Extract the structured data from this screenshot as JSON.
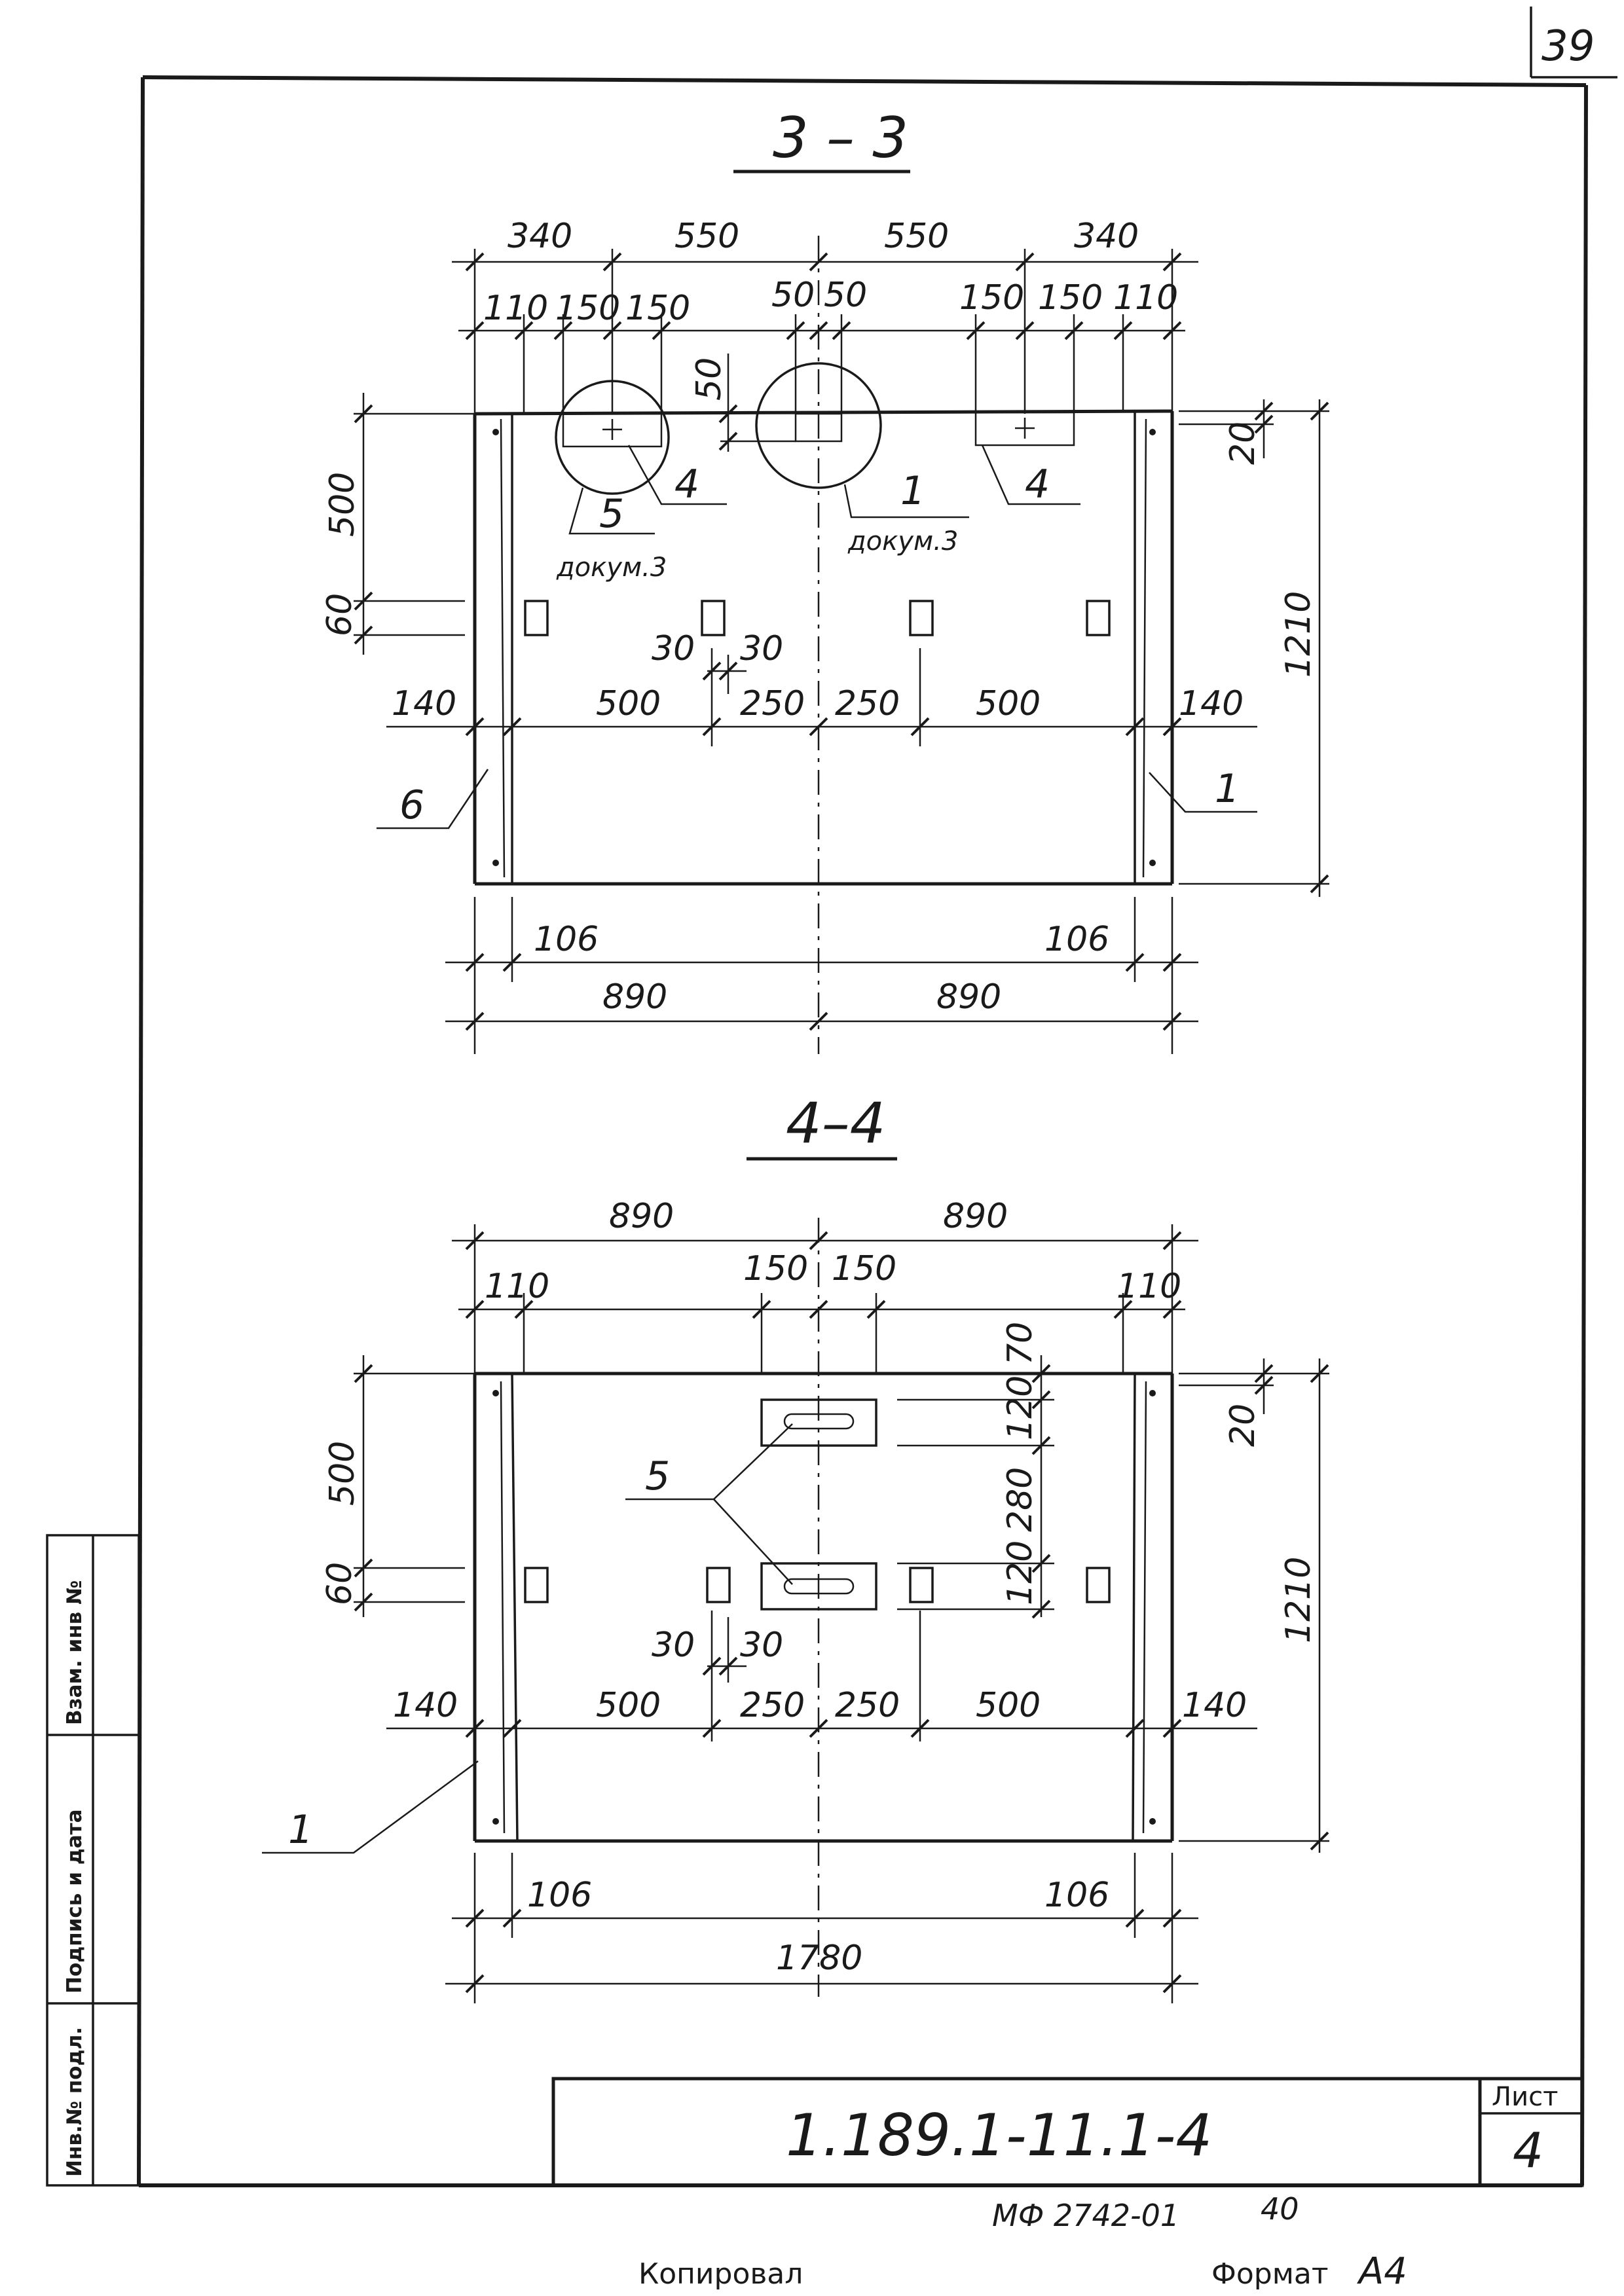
{
  "page_number": "39",
  "section_3": {
    "title": "3 – 3",
    "dims": {
      "top_row": [
        "340",
        "550",
        "550",
        "340"
      ],
      "second_row": [
        "110",
        "150",
        "150",
        "50",
        "50",
        "150",
        "150",
        "110"
      ],
      "left": [
        "500",
        "60"
      ],
      "right": [
        "20",
        "1210"
      ],
      "vertical_small": "50",
      "small_pair": [
        "30",
        "30"
      ],
      "middle_row": [
        "140",
        "500",
        "250",
        "250",
        "500",
        "140"
      ],
      "bottom_small": [
        "106",
        "106"
      ],
      "bottom": [
        "890",
        "890"
      ]
    },
    "leaders": {
      "l5": "5",
      "l4a": "4",
      "l1a": "1",
      "l4b": "4",
      "l6": "6",
      "l1b": "1"
    },
    "doc_refs": [
      "докум.3",
      "докум.3"
    ]
  },
  "section_4": {
    "title": "4–4",
    "dims": {
      "top_row": [
        "890",
        "890"
      ],
      "second_row": [
        "110",
        "150",
        "150",
        "110"
      ],
      "left": [
        "500",
        "60"
      ],
      "right_stack": [
        "70",
        "120",
        "280",
        "120"
      ],
      "right": [
        "20",
        "1210"
      ],
      "small_pair": [
        "30",
        "30"
      ],
      "middle_row": [
        "140",
        "500",
        "250",
        "250",
        "500",
        "140"
      ],
      "bottom_small": [
        "106",
        "106"
      ],
      "bottom": "1780"
    },
    "leaders": {
      "l5": "5",
      "l1": "1"
    }
  },
  "side_stamp": {
    "fields": [
      "Инв.№ подл.",
      "Подпись и дата",
      "Взам. инв №"
    ]
  },
  "title_block": {
    "code": "1.189.1-11.1-4",
    "sheet_label": "Лист",
    "sheet_number": "4"
  },
  "footer": {
    "archive_number": "МФ 2742-01",
    "archive_count": "40",
    "copied_label": "Копировал",
    "format_label": "Формат",
    "format_value": "А4"
  }
}
